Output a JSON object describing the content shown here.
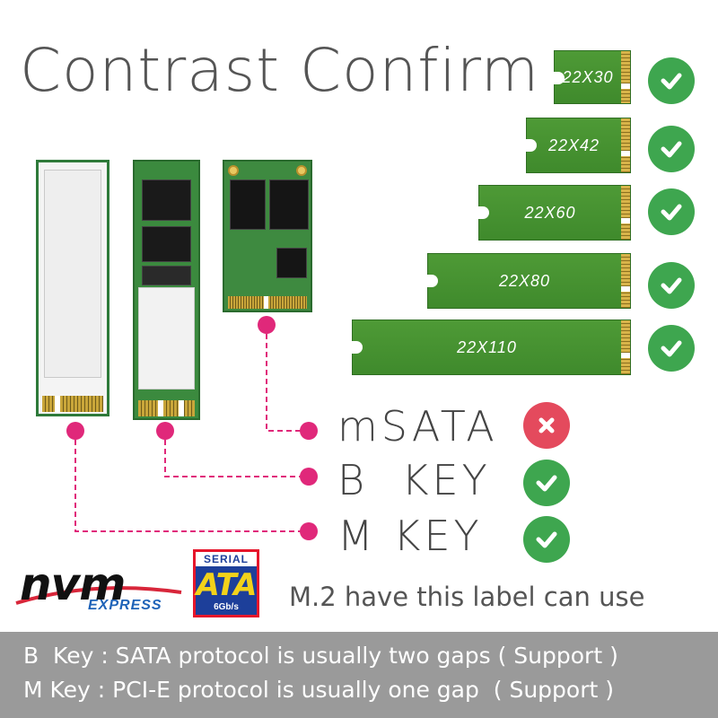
{
  "title": "Contrast Confirm",
  "sizes": [
    {
      "label": "22X30",
      "supported": true
    },
    {
      "label": "22X42",
      "supported": true
    },
    {
      "label": "22X60",
      "supported": true
    },
    {
      "label": "22X80",
      "supported": true
    },
    {
      "label": "22X110",
      "supported": true
    }
  ],
  "keys": [
    {
      "label": "mSATA",
      "supported": false
    },
    {
      "label": "B  KEY",
      "supported": true
    },
    {
      "label": "M KEY",
      "supported": true
    }
  ],
  "logos": {
    "nvm": "nvm",
    "nvm_sub": "EXPRESS",
    "sata_top": "SERIAL",
    "sata_main": "ATA",
    "sata_speed": "6Gb/s"
  },
  "label_note": "M.2 have this label can use",
  "footer": {
    "line1": "B  Key : SATA protocol is usually two gaps ( Support )",
    "line2": "M Key : PCI-E protocol is usually one gap  ( Support )"
  },
  "colors": {
    "check": "#3ea64f",
    "cross": "#e44a5d",
    "leader": "#e0287a",
    "board": "#4e9a36",
    "footer_bg": "#9a9a9a"
  }
}
